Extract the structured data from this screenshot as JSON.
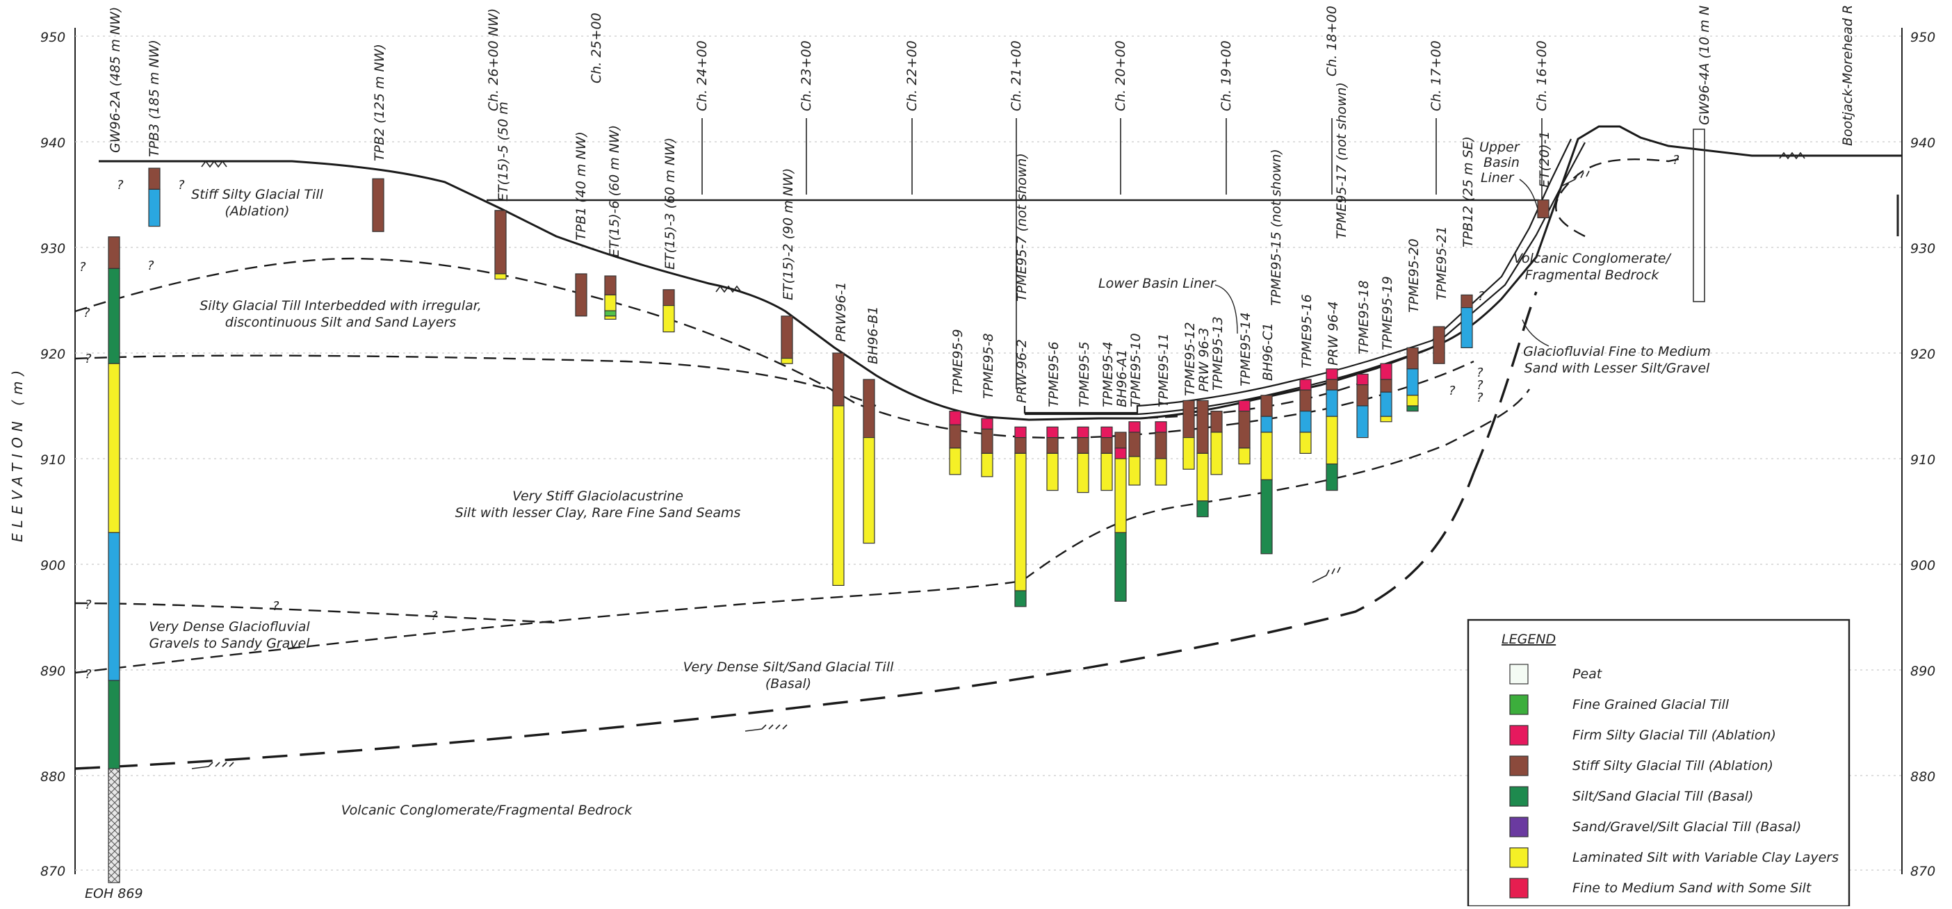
{
  "y_axis": {
    "label": "ELEVATION (m)",
    "ticks": [
      "950",
      "940",
      "930",
      "920",
      "910",
      "900",
      "890",
      "880",
      "870"
    ],
    "min": 870,
    "max": 950
  },
  "legend": {
    "title": "LEGEND",
    "items": [
      {
        "label": "Peat",
        "color": "#f4fbf4"
      },
      {
        "label": "Fine Grained Glacial Till",
        "color": "#3cae3c"
      },
      {
        "label": "Firm Silty Glacial Till (Ablation)",
        "color": "#e6195e"
      },
      {
        "label": "Stiff Silty Glacial Till (Ablation)",
        "color": "#8b4a3c"
      },
      {
        "label": "Silt/Sand Glacial Till (Basal)",
        "color": "#1e8a4e"
      },
      {
        "label": "Sand/Gravel/Silt Glacial Till (Basal)",
        "color": "#6a3aa0"
      },
      {
        "label": "Laminated Silt with Variable Clay Layers",
        "color": "#f5f026"
      },
      {
        "label": "Fine to Medium Sand with Some Silt",
        "color": "#e61e50"
      }
    ]
  },
  "colors": {
    "brown": "#8b4a3c",
    "magenta": "#e6195e",
    "yellow": "#f5f026",
    "blue": "#2aa7e0",
    "green": "#1e8a4e",
    "lightgreen": "#52c24a",
    "hatch": "#cccccc"
  },
  "chainages": [
    "Ch. 26+00 NW)",
    "Ch. 25+00",
    "Ch. 24+00",
    "Ch. 23+00",
    "Ch. 22+00",
    "Ch. 21+00",
    "Ch. 20+00",
    "Ch. 19+00",
    "Ch. 18+00",
    "Ch. 17+00",
    "Ch. 16+00"
  ],
  "borehole_labels": [
    "GW96-2A (485 m NW)",
    "TPB3 (185 m NW)",
    "TPB2 (125 m NW)",
    "ET(15)-5 (50 m",
    "TPB1 (40 m NW)",
    "ET(15)-6 (60 m NW)",
    "ET(15)-3 (60 m NW)",
    "ET(15)-2 (90 m NW)",
    "PRW96-1",
    "BH96-B1",
    "TPME95-9",
    "TPME95-8",
    "PRW-96-2",
    "TPME95-7 (not shown)",
    "TPME95-6",
    "TPME95-5",
    "TPME95-4",
    "BH96-A1",
    "TPME95-10",
    "TPME95-11",
    "TPME95-12",
    "PRW 96-3",
    "TPME95-13",
    "TPME95-14",
    "BH96-C1",
    "TPME95-15 (not shown)",
    "TPME95-16",
    "PRW 96-4",
    "TPME95-17 (not shown)",
    "TPME95-18",
    "TPME95-19",
    "TPME95-20",
    "TPME95-21",
    "TPB12 (25 m SE)",
    "ET(20)-1",
    "GW96-4A (10 m N",
    "Bootjack-Morehead R"
  ],
  "units": [
    "Stiff Silty Glacial Till",
    "(Ablation)",
    "Silty Glacial Till Interbedded with irregular,",
    "discontinuous Silt and Sand Layers",
    "Very Stiff Glaciolacustrine",
    "Silt with lesser Clay, Rare Fine Sand Seams",
    "Very Dense Glaciofluvial",
    "Gravels to Sandy Gravel",
    "Very Dense Silt/Sand Glacial Till",
    "(Basal)",
    "Volcanic Conglomerate/Fragmental Bedrock",
    "Volcanic Conglomerate/",
    "Fragmental Bedrock",
    "Glaciofluvial Fine to Medium",
    "Sand with Lesser Silt/Gravel"
  ],
  "annotations": {
    "lower_liner": "Lower Basin Liner",
    "upper_liner_1": "Upper",
    "upper_liner_2": "Basin",
    "upper_liner_3": "Liner",
    "eoh": "EOH 869",
    "question": "?"
  }
}
